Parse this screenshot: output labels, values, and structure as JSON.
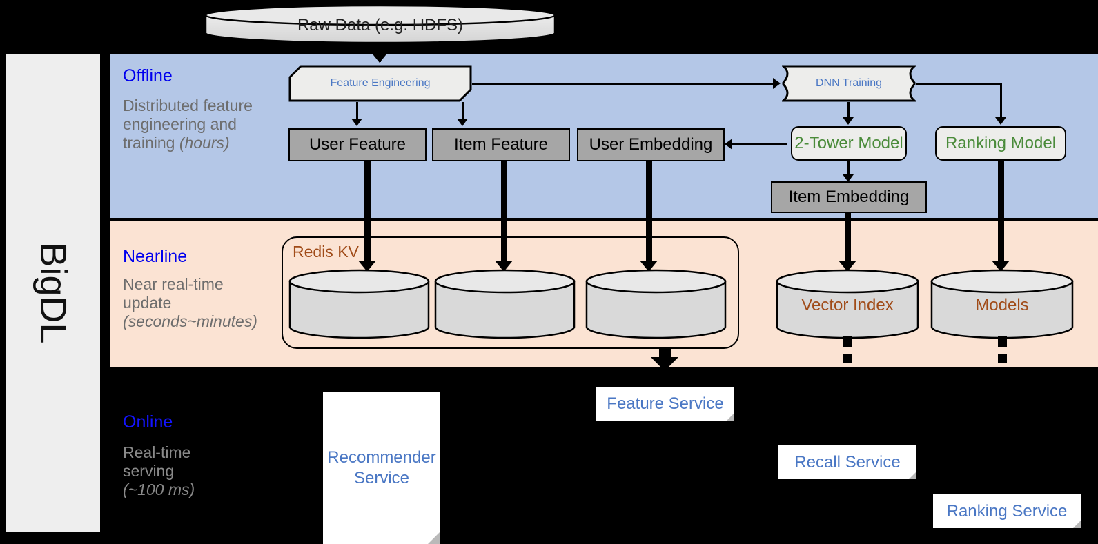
{
  "sidebar": {
    "label": "BigDL"
  },
  "bands": {
    "offline": {
      "title": "Offline",
      "desc_line1": "Distributed feature",
      "desc_line2": "engineering and",
      "desc_line3": "training ",
      "desc_italic": "(hours)"
    },
    "nearline": {
      "title": "Nearline",
      "desc_line1": "Near real-time",
      "desc_line2": "update",
      "desc_italic": "(seconds~minutes)"
    },
    "online": {
      "title": "Online",
      "desc_line1": "Real-time",
      "desc_line2": "serving",
      "desc_italic": "(~100 ms)"
    }
  },
  "source": {
    "raw_data": "Raw Data (e.g. HDFS)"
  },
  "offline_nodes": {
    "feature_engineering": "Feature Engineering",
    "dnn_training": "DNN Training",
    "user_feature": "User Feature",
    "item_feature": "Item Feature",
    "user_embedding": "User Embedding",
    "two_tower_model": "2-Tower Model",
    "ranking_model": "Ranking Model",
    "item_embedding": "Item Embedding"
  },
  "nearline_nodes": {
    "redis_group": "Redis KV",
    "store_1": "",
    "store_2": "",
    "store_3": "",
    "vector_index": "Vector Index",
    "models": "Models"
  },
  "online_nodes": {
    "recommender_service_l1": "Recommender",
    "recommender_service_l2": "Service",
    "feature_service": "Feature Service",
    "recall_service": "Recall Service",
    "ranking_service": "Ranking Service"
  },
  "colors": {
    "offline_bg": "#b4c7e7",
    "nearline_bg": "#fbe3d3",
    "online_bg": "#000000",
    "band_title": "#0000ee",
    "process_text": "#4a77c4",
    "model_text": "#4a8b3a",
    "store_text": "#a04b18",
    "gray_node": "#a6a6a6",
    "sidebar_bg": "#eeeeee"
  }
}
